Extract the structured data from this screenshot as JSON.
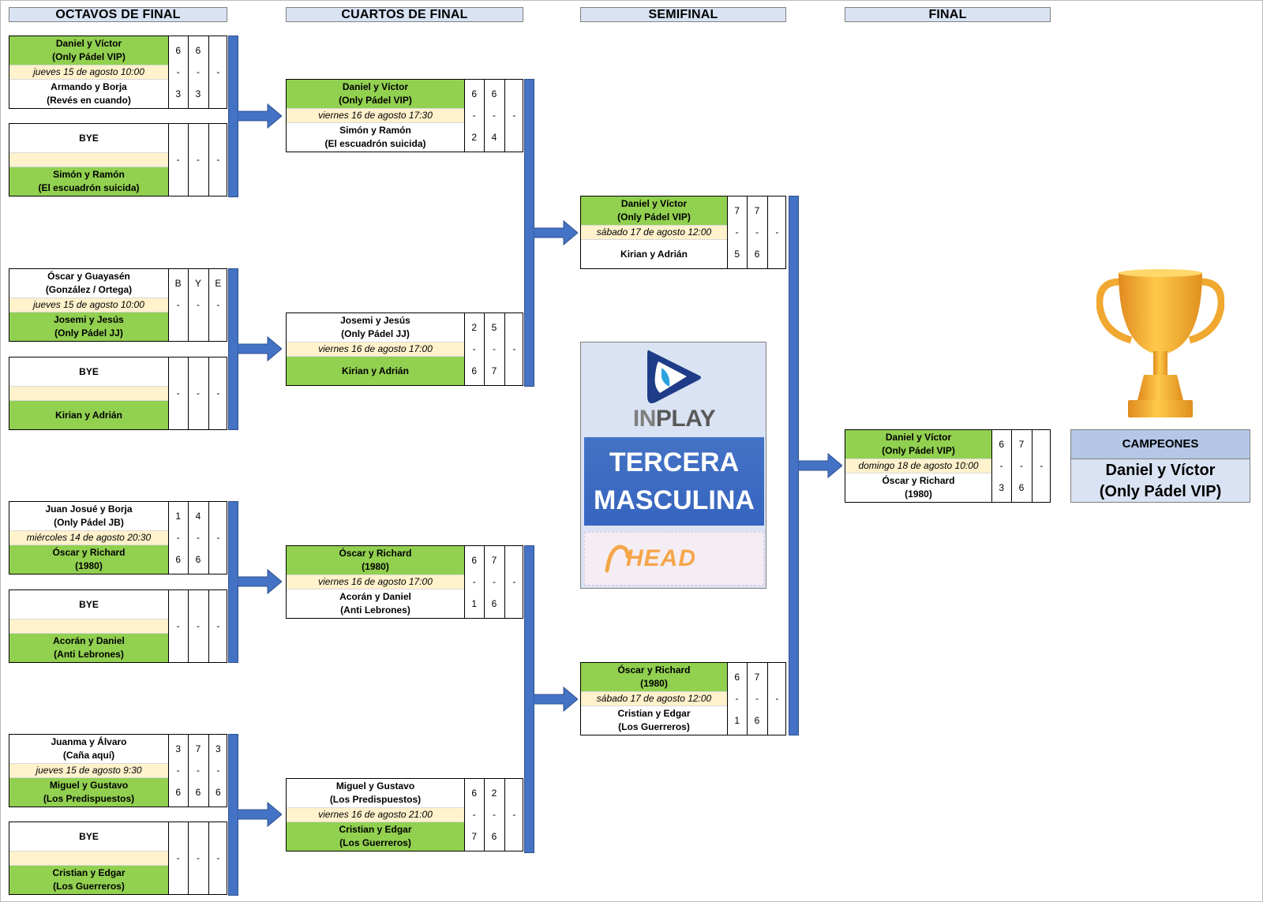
{
  "rounds": {
    "octavos": "OCTAVOS DE FINAL",
    "cuartos": "CUARTOS DE FINAL",
    "semifinal": "SEMIFINAL",
    "final": "FINAL"
  },
  "octavos": [
    {
      "team1": {
        "l1": "Daniel y Víctor",
        "l2": "(Only Pádel VIP)",
        "winner": true
      },
      "date": "jueves 15 de agosto 10:00",
      "team2": {
        "l1": "Armando y Borja",
        "l2": "(Revés en cuando)",
        "winner": false
      },
      "s1": [
        "6",
        "6",
        ""
      ],
      "mid": [
        "-",
        "-",
        "-"
      ],
      "s2": [
        "3",
        "3",
        ""
      ],
      "bye": false
    },
    {
      "team1": {
        "l1": "BYE",
        "l2": "",
        "winner": false
      },
      "date": "",
      "team2": {
        "l1": "Simón y Ramón",
        "l2": "(El escuadrón suicida)",
        "winner": true
      },
      "s1": [
        "",
        "",
        ""
      ],
      "mid": [
        "-",
        "-",
        "-"
      ],
      "s2": [
        "",
        "",
        ""
      ],
      "bye": true
    },
    {
      "team1": {
        "l1": "Óscar y Guayasén",
        "l2": "(González / Ortega)",
        "winner": false
      },
      "date": "jueves 15 de agosto 10:00",
      "team2": {
        "l1": "Josemi y Jesús",
        "l2": "(Only Pádel JJ)",
        "winner": true
      },
      "s1": [
        "B",
        "Y",
        "E"
      ],
      "mid": [
        "-",
        "-",
        "-"
      ],
      "s2": [
        "",
        "",
        ""
      ],
      "bye": false
    },
    {
      "team1": {
        "l1": "BYE",
        "l2": "",
        "winner": false
      },
      "date": "",
      "team2": {
        "l1": "Kirian y Adrián",
        "l2": "",
        "winner": true
      },
      "s1": [
        "",
        "",
        ""
      ],
      "mid": [
        "-",
        "-",
        "-"
      ],
      "s2": [
        "",
        "",
        ""
      ],
      "bye": true
    },
    {
      "team1": {
        "l1": "Juan Josué y Borja",
        "l2": "(Only Pádel JB)",
        "winner": false
      },
      "date": "miércoles 14 de agosto 20:30",
      "team2": {
        "l1": "Óscar y Richard",
        "l2": "(1980)",
        "winner": true
      },
      "s1": [
        "1",
        "4",
        ""
      ],
      "mid": [
        "-",
        "-",
        "-"
      ],
      "s2": [
        "6",
        "6",
        ""
      ],
      "bye": false
    },
    {
      "team1": {
        "l1": "BYE",
        "l2": "",
        "winner": false
      },
      "date": "",
      "team2": {
        "l1": "Acorán y Daniel",
        "l2": "(Anti Lebrones)",
        "winner": true
      },
      "s1": [
        "",
        "",
        ""
      ],
      "mid": [
        "-",
        "-",
        "-"
      ],
      "s2": [
        "",
        "",
        ""
      ],
      "bye": true
    },
    {
      "team1": {
        "l1": "Juanma y Álvaro",
        "l2": "(Caña aquí)",
        "winner": false
      },
      "date": "jueves 15 de agosto 9:30",
      "team2": {
        "l1": "Miguel y Gustavo",
        "l2": "(Los Predispuestos)",
        "winner": true
      },
      "s1": [
        "3",
        "7",
        "3"
      ],
      "mid": [
        "-",
        "-",
        "-"
      ],
      "s2": [
        "6",
        "6",
        "6"
      ],
      "bye": false
    },
    {
      "team1": {
        "l1": "BYE",
        "l2": "",
        "winner": false
      },
      "date": "",
      "team2": {
        "l1": "Cristian y Edgar",
        "l2": "(Los Guerreros)",
        "winner": true
      },
      "s1": [
        "",
        "",
        ""
      ],
      "mid": [
        "-",
        "-",
        "-"
      ],
      "s2": [
        "",
        "",
        ""
      ],
      "bye": true
    }
  ],
  "cuartos": [
    {
      "team1": {
        "l1": "Daniel y Víctor",
        "l2": "(Only Pádel VIP)",
        "winner": true
      },
      "date": "viernes 16 de agosto 17:30",
      "team2": {
        "l1": "Simón y Ramón",
        "l2": "(El escuadrón suicida)",
        "winner": false
      },
      "s1": [
        "6",
        "6",
        ""
      ],
      "mid": [
        "-",
        "-",
        "-"
      ],
      "s2": [
        "2",
        "4",
        ""
      ],
      "bye": false
    },
    {
      "team1": {
        "l1": "Josemi y Jesús",
        "l2": "(Only Pádel JJ)",
        "winner": false
      },
      "date": "viernes 16 de agosto 17:00",
      "team2": {
        "l1": "Kirian y Adrián",
        "l2": "",
        "winner": true
      },
      "s1": [
        "2",
        "5",
        ""
      ],
      "mid": [
        "-",
        "-",
        "-"
      ],
      "s2": [
        "6",
        "7",
        ""
      ],
      "bye": false
    },
    {
      "team1": {
        "l1": "Óscar y Richard",
        "l2": "(1980)",
        "winner": true
      },
      "date": "viernes 16 de agosto 17:00",
      "team2": {
        "l1": "Acorán y Daniel",
        "l2": "(Anti Lebrones)",
        "winner": false
      },
      "s1": [
        "6",
        "7",
        ""
      ],
      "mid": [
        "-",
        "-",
        "-"
      ],
      "s2": [
        "1",
        "6",
        ""
      ],
      "bye": false
    },
    {
      "team1": {
        "l1": "Miguel y Gustavo",
        "l2": "(Los Predispuestos)",
        "winner": false
      },
      "date": "viernes 16 de agosto 21:00",
      "team2": {
        "l1": "Cristian y Edgar",
        "l2": "(Los Guerreros)",
        "winner": true
      },
      "s1": [
        "6",
        "2",
        ""
      ],
      "mid": [
        "-",
        "-",
        "-"
      ],
      "s2": [
        "7",
        "6",
        ""
      ],
      "bye": false
    }
  ],
  "semifinal": [
    {
      "team1": {
        "l1": "Daniel y Víctor",
        "l2": "(Only Pádel VIP)",
        "winner": true
      },
      "date": "sábado 17 de agosto 12:00",
      "team2": {
        "l1": "Kirian y Adrián",
        "l2": "",
        "winner": false
      },
      "s1": [
        "7",
        "7",
        ""
      ],
      "mid": [
        "-",
        "-",
        "-"
      ],
      "s2": [
        "5",
        "6",
        ""
      ],
      "bye": false
    },
    {
      "team1": {
        "l1": "Óscar y Richard",
        "l2": "(1980)",
        "winner": true
      },
      "date": "sábado 17 de agosto 12:00",
      "team2": {
        "l1": "Cristian y Edgar",
        "l2": "(Los Guerreros)",
        "winner": false
      },
      "s1": [
        "6",
        "7",
        ""
      ],
      "mid": [
        "-",
        "-",
        "-"
      ],
      "s2": [
        "1",
        "6",
        ""
      ],
      "bye": false
    }
  ],
  "final": [
    {
      "team1": {
        "l1": "Daniel y Víctor",
        "l2": "(Only Pádel VIP)",
        "winner": true
      },
      "date": "domingo 18 de agosto 10:00",
      "team2": {
        "l1": "Óscar y Richard",
        "l2": "(1980)",
        "winner": false
      },
      "s1": [
        "6",
        "7",
        ""
      ],
      "mid": [
        "-",
        "-",
        "-"
      ],
      "s2": [
        "3",
        "6",
        ""
      ],
      "bye": false
    }
  ],
  "logo": {
    "in": "IN",
    "play": "PLAY",
    "category_l1": "TERCERA",
    "category_l2": "MASCULINA",
    "sponsor": "HEAD"
  },
  "champions": {
    "label": "CAMPEONES",
    "l1": "Daniel y Víctor",
    "l2": "(Only Pádel VIP)"
  },
  "colors": {
    "winner": "#92d050",
    "date": "#fff2cc",
    "header": "#dae3f3",
    "connector": "#4472c4",
    "trophy": "#f4b183"
  },
  "icons": [
    "trophy-icon",
    "inplay-logo-icon",
    "head-logo-icon"
  ]
}
